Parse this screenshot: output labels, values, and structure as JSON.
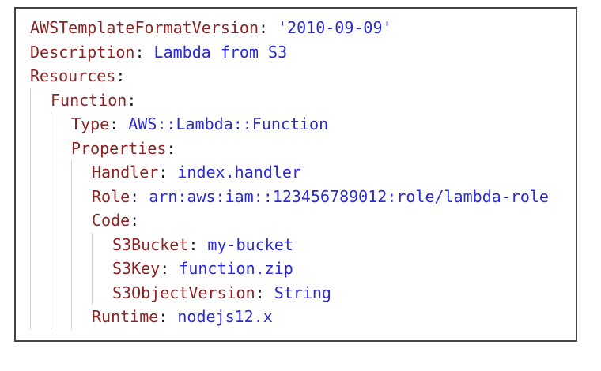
{
  "window": {
    "background": "#ffffff"
  },
  "code_block": {
    "language": "yaml",
    "colon": ":",
    "colors": {
      "key": "#8b2323",
      "value": "#2a2ad4",
      "punctuation": "#1c1c1c",
      "guide": "#d2d2d2",
      "border": "#444444",
      "background": "#ffffff"
    },
    "lines": [
      {
        "indent": 0,
        "key": "AWSTemplateFormatVersion",
        "value": "'2010-09-09'"
      },
      {
        "indent": 0,
        "key": "Description",
        "value": "Lambda from S3"
      },
      {
        "indent": 0,
        "key": "Resources",
        "value": ""
      },
      {
        "indent": 1,
        "key": "Function",
        "value": ""
      },
      {
        "indent": 2,
        "key": "Type",
        "value": "AWS::Lambda::Function"
      },
      {
        "indent": 2,
        "key": "Properties",
        "value": ""
      },
      {
        "indent": 3,
        "key": "Handler",
        "value": "index.handler"
      },
      {
        "indent": 3,
        "key": "Role",
        "value": "arn:aws:iam::123456789012:role/lambda-role"
      },
      {
        "indent": 3,
        "key": "Code",
        "value": ""
      },
      {
        "indent": 4,
        "key": "S3Bucket",
        "value": "my-bucket"
      },
      {
        "indent": 4,
        "key": "S3Key",
        "value": "function.zip"
      },
      {
        "indent": 4,
        "key": "S3ObjectVersion",
        "value": "String"
      },
      {
        "indent": 3,
        "key": "Runtime",
        "value": "nodejs12.x"
      }
    ]
  }
}
